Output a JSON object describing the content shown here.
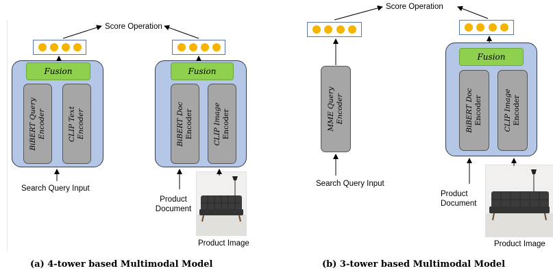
{
  "diagram_a": {
    "score_label": "Score Operation",
    "fusion_label": "Fusion",
    "encoders": [
      {
        "line1": "BiBERT Query",
        "line2": "Encoder"
      },
      {
        "line1": "CLIP Text",
        "line2": "Encoder"
      },
      {
        "line1": "BiBERT Doc",
        "line2": "Encoder"
      },
      {
        "line1": "CLIP Image",
        "line2": "Encoder"
      }
    ],
    "input_query": "Search Query Input",
    "input_doc_line1": "Product",
    "input_doc_line2": "Document",
    "input_image": "Product Image",
    "caption": "(a) 4-tower based Multimodal Model"
  },
  "diagram_b": {
    "score_label": "Score Operation",
    "fusion_label": "Fusion",
    "encoders": [
      {
        "line1": "MME Query",
        "line2": "Encoder"
      },
      {
        "line1": "BiBERT Doc",
        "line2": "Encoder"
      },
      {
        "line1": "CLIP Image",
        "line2": "Encoder"
      }
    ],
    "input_query": "Search Query Input",
    "input_doc_line1": "Product",
    "input_doc_line2": "Document",
    "input_image": "Product Image",
    "caption": "(b) 3-tower based Multimodal Model"
  },
  "colors": {
    "tower_fill": "#b4c7e7",
    "fusion_fill": "#8fd14f",
    "encoder_fill": "#a6a6a6",
    "score_dot": "#f5b400"
  }
}
